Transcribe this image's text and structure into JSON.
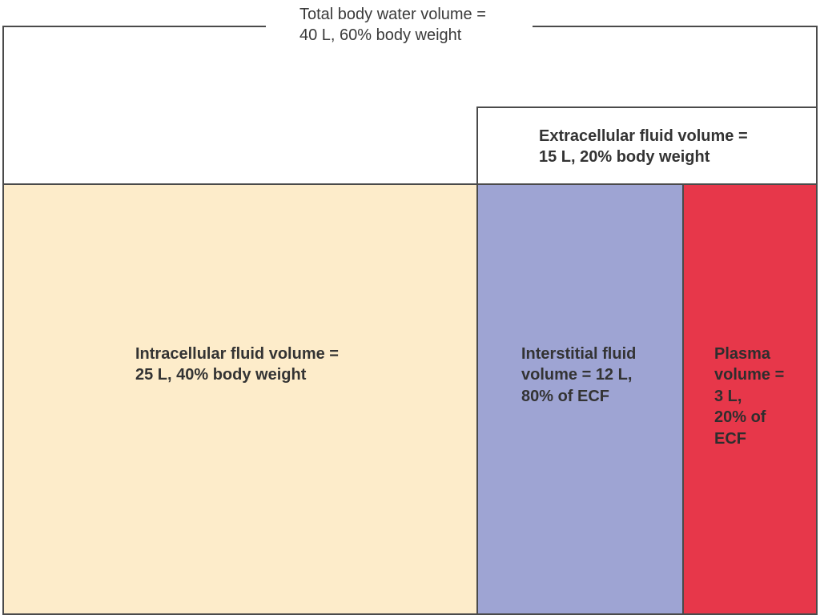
{
  "colors": {
    "outline": "#4a4a4a",
    "intracellular": "#fdecca",
    "interstitial": "#9ea4d3",
    "plasma": "#e7374a",
    "background": "#ffffff"
  },
  "total": {
    "line1": "Total body water volume =",
    "line2": "40 L, 60% body weight"
  },
  "extracellular": {
    "line1": "Extracellular fluid volume =",
    "line2": "15 L, 20% body weight"
  },
  "intracellular": {
    "line1": "Intracellular fluid volume =",
    "line2": "25 L, 40% body weight"
  },
  "interstitial": {
    "line1": "Interstitial fluid",
    "line2": "volume = 12 L,",
    "line3": "80% of ECF"
  },
  "plasma": {
    "line1": "Plasma",
    "line2": "volume =",
    "line3": "3 L,",
    "line4": "20% of",
    "line5": "ECF"
  }
}
